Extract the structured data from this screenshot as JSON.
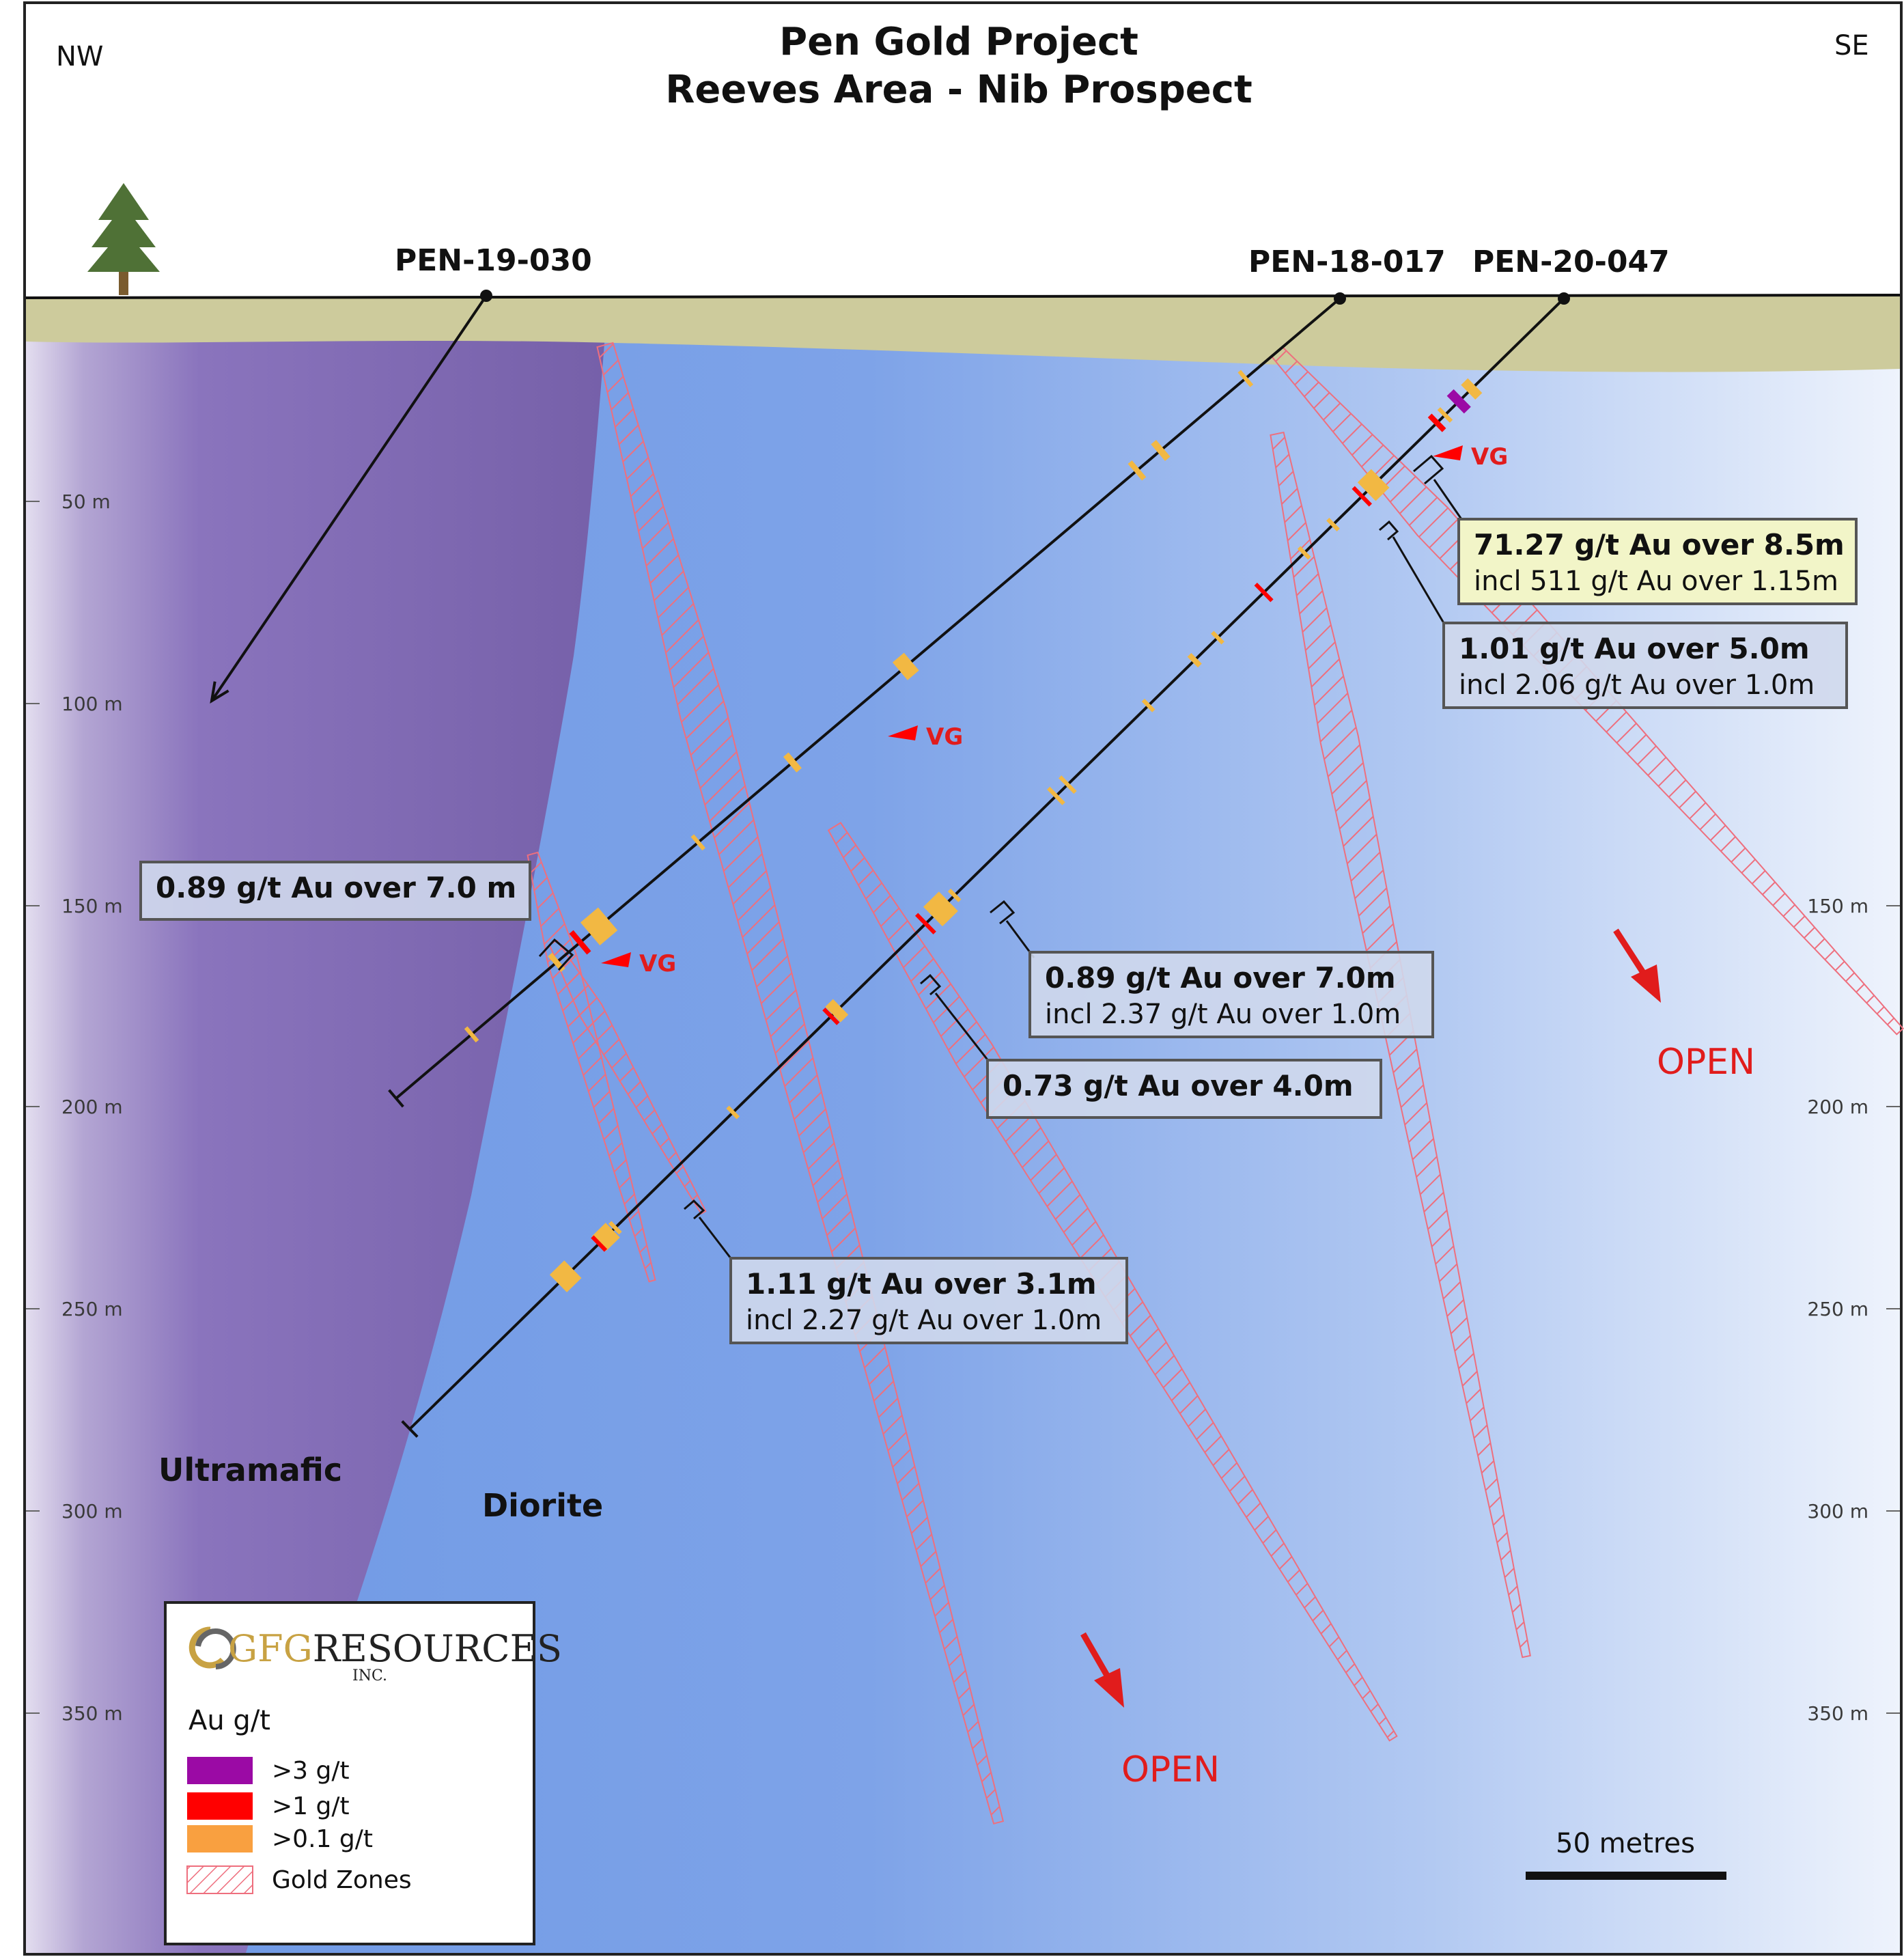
{
  "title": {
    "line1": "Pen Gold Project",
    "line2": "Reeves Area - Nib Prospect"
  },
  "compass": {
    "left": "NW",
    "right": "SE"
  },
  "drill_holes": [
    {
      "id": "PEN-19-030"
    },
    {
      "id": "PEN-18-017"
    },
    {
      "id": "PEN-20-047"
    }
  ],
  "depth_labels": [
    "50 m",
    "100 m",
    "150 m",
    "200 m",
    "250 m",
    "300 m",
    "350 m"
  ],
  "rock_types": {
    "ultramafic": "Ultramafic",
    "diorite": "Diorite"
  },
  "vg_label": "VG",
  "open_label": "OPEN",
  "intercepts": [
    {
      "line1": "71.27 g/t Au over 8.5m",
      "line2": "incl 511 g/t Au over 1.15m",
      "highlight": true
    },
    {
      "line1": "1.01 g/t Au over 5.0m",
      "line2": "incl 2.06 g/t Au over 1.0m"
    },
    {
      "line1": "0.89 g/t Au over 7.0 m"
    },
    {
      "line1": "0.89 g/t Au over 7.0m",
      "line2": "incl 2.37 g/t Au over 1.0m"
    },
    {
      "line1": "0.73 g/t Au over 4.0m"
    },
    {
      "line1": "1.11 g/t Au over 3.1m",
      "line2": "incl 2.27 g/t Au over 1.0m"
    }
  ],
  "legend": {
    "logo_main": "GFGRESOURCES",
    "logo_sub": "INC.",
    "title": "Au g/t",
    "items": [
      {
        "label": ">3 g/t",
        "color": "#9b0aa5"
      },
      {
        "label": ">1 g/t",
        "color": "#ff0000"
      },
      {
        "label": ">0.1 g/t",
        "color": "#f9a040"
      },
      {
        "label": "Gold Zones",
        "color": "#f07070"
      }
    ]
  },
  "scale_bar": {
    "label": "50 metres"
  },
  "colors": {
    "overburden": "#cdcb9c",
    "ultramafic": "#7660a9",
    "diorite": "#6e9ae6",
    "zone_hatch": "#ee6f7e",
    "grade_low": "#f2b843",
    "grade_mid": "#ff0000",
    "grade_high": "#9b0aa5",
    "annotation_bg": "#cfd8ec",
    "annotation_highlight": "#f2f5c8"
  }
}
